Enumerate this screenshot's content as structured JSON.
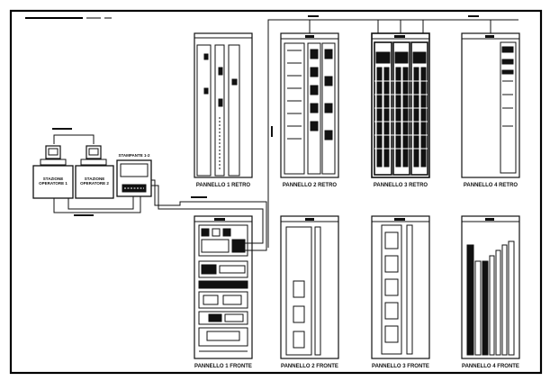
{
  "panels": {
    "rear": [
      "PANNELLO 1 RETRO",
      "PANNELLO 2 RETRO",
      "PANNELLO 3 RETRO",
      "PANNELLO 4 RETRO"
    ],
    "front": [
      "PANNELLO 1 FRONTE",
      "PANNELLO 2 FRONTE",
      "PANNELLO 3 FRONTE",
      "PANNELLO 4 FRONTE"
    ]
  },
  "stations": {
    "op1": [
      "STAZIONE",
      "OPERATORE 1"
    ],
    "op2": [
      "STAZIONE",
      "OPERATORE 2"
    ],
    "printer": "STAMPANTE 1-2"
  },
  "colors": {
    "ink": "#111111",
    "frame": "#000000",
    "paper": "#ffffff"
  }
}
